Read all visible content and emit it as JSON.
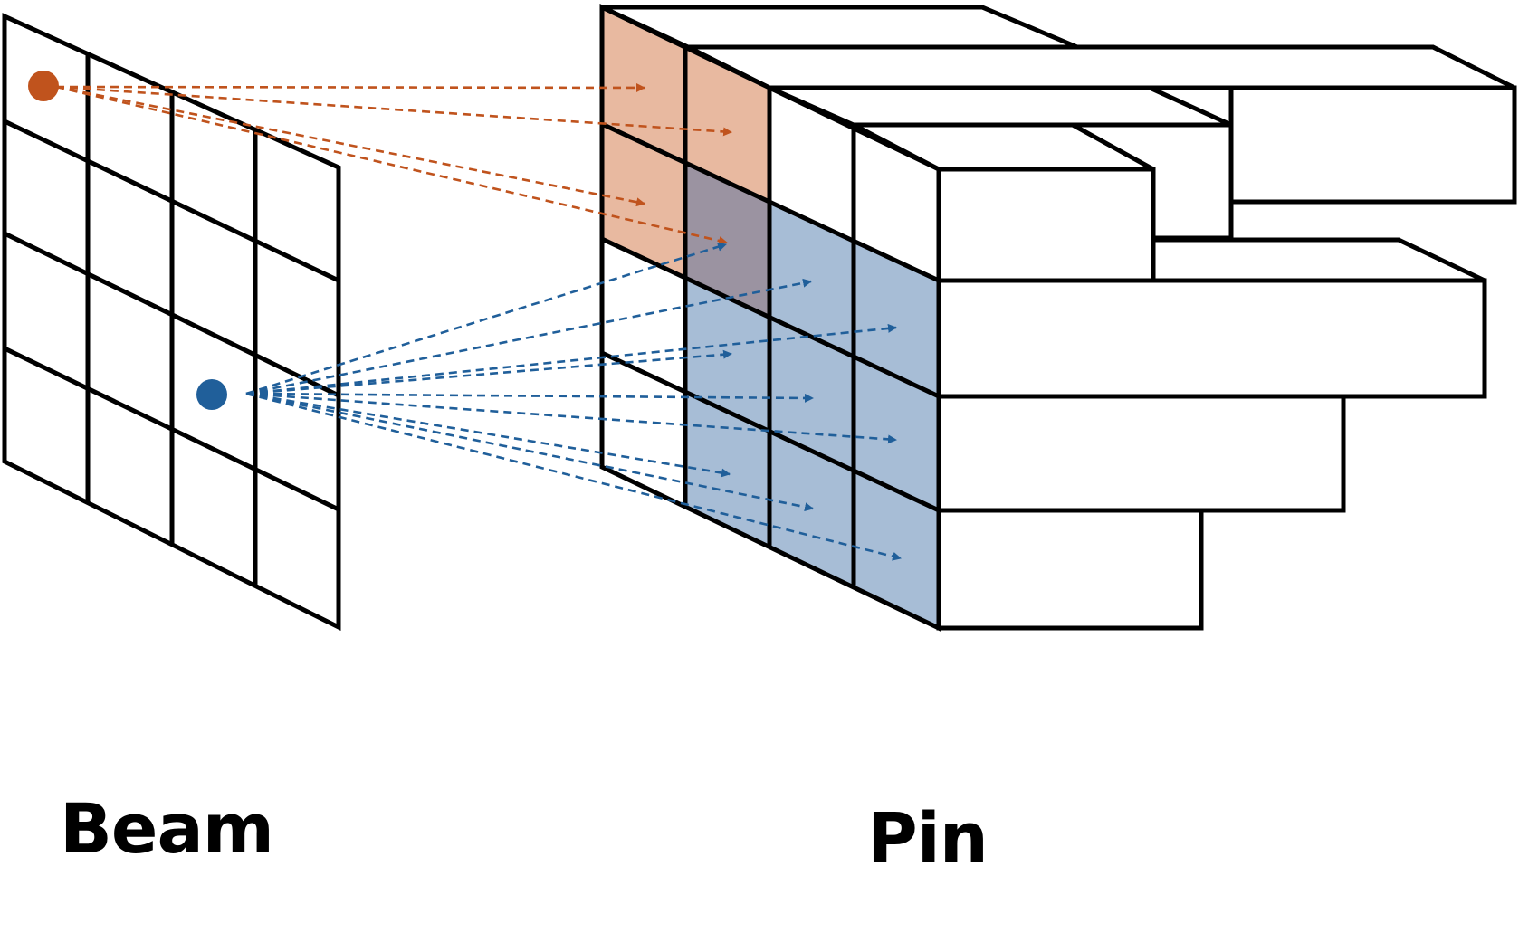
{
  "labels": {
    "beam": "Beam",
    "pin": "Pin"
  },
  "colors": {
    "orange": "#C0531D",
    "orange_fill": "#E8B9A0",
    "blue": "#205F9A",
    "blue_fill": "#A7BDD6",
    "overlap_fill": "#9B93A1",
    "stroke": "#000000"
  },
  "beam_grid": {
    "rows": 4,
    "cols": 4
  },
  "pin_face": {
    "rows": 4,
    "cols": 4
  },
  "highlight": {
    "orange_cells": [
      [
        0,
        0
      ],
      [
        0,
        1
      ],
      [
        1,
        0
      ],
      [
        1,
        1
      ]
    ],
    "blue_cells": [
      [
        1,
        1
      ],
      [
        1,
        2
      ],
      [
        1,
        3
      ],
      [
        2,
        1
      ],
      [
        2,
        2
      ],
      [
        2,
        3
      ],
      [
        3,
        1
      ],
      [
        3,
        2
      ],
      [
        3,
        3
      ]
    ]
  }
}
